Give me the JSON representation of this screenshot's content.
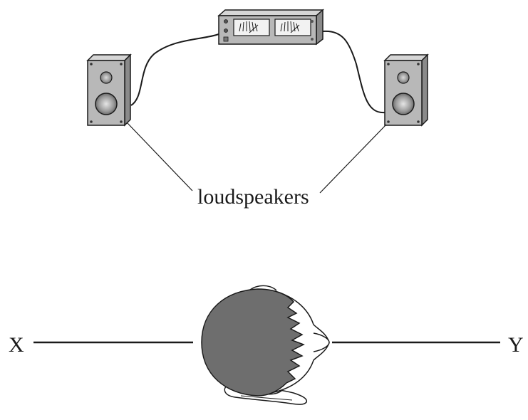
{
  "labels": {
    "loudspeakers": "loudspeakers",
    "point_x": "X",
    "point_y": "Y"
  },
  "colors": {
    "ink": "#1a1a1a",
    "panel": "#b8b8b8",
    "panel_dark": "#8a8a8a",
    "panel_light": "#d6d6d6",
    "hair": "#6e6e6e",
    "skin": "#ffffff"
  }
}
